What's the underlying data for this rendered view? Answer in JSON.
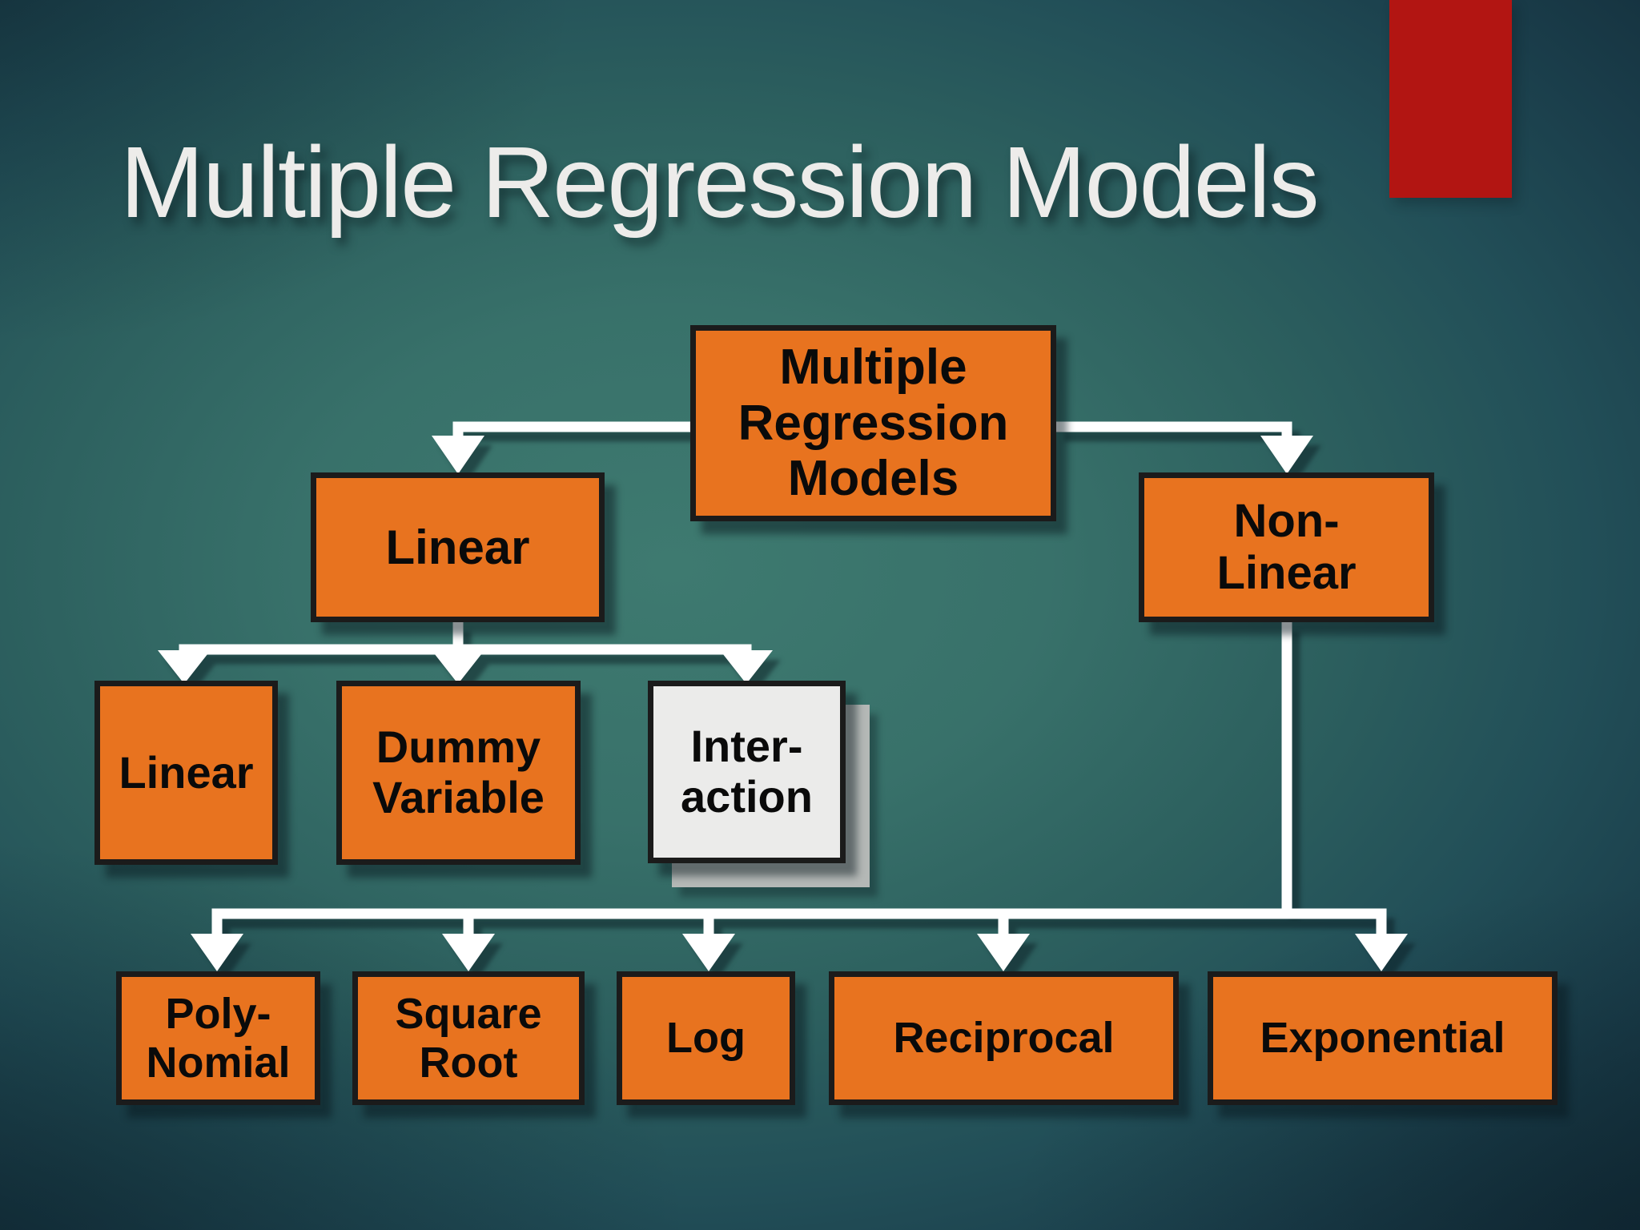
{
  "title": {
    "text": "Multiple Regression Models"
  },
  "nodes": {
    "root": {
      "label": "Multiple\nRegression\nModels"
    },
    "linear": {
      "label": "Linear"
    },
    "nonlinear": {
      "label": "Non-\nLinear"
    },
    "linear_sub": {
      "label": "Linear"
    },
    "dummy": {
      "label": "Dummy\nVariable"
    },
    "interaction": {
      "label": "Inter-\naction"
    },
    "polynomial": {
      "label": "Poly-\nNomial"
    },
    "squareroot": {
      "label": "Square\nRoot"
    },
    "log": {
      "label": "Log"
    },
    "reciprocal": {
      "label": "Reciprocal"
    },
    "exponential": {
      "label": "Exponential"
    }
  },
  "colors": {
    "node_fill": "#E8731F",
    "node_border": "#1B1B1B",
    "highlight_fill": "#EBEBEA",
    "highlight_shadow": "#B4B8B6",
    "connector": "#FFFFFF",
    "accent_bar": "#B21512",
    "title_text": "#EDECEA",
    "node_text": "#0A0A0A"
  }
}
